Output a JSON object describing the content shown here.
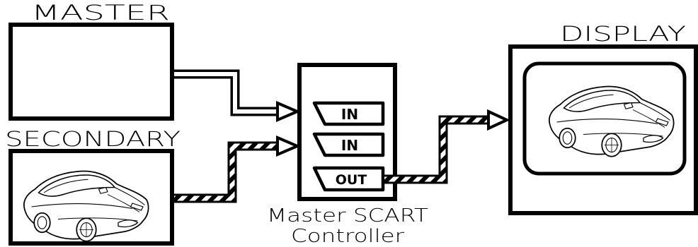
{
  "labels": {
    "master": "MASTER",
    "secondary": "SECONDARY",
    "display": "DISPLAY",
    "controller_line1": "Master SCART",
    "controller_line2": "Controller"
  },
  "ports": {
    "in1": "IN",
    "in2": "IN",
    "out": "OUT"
  },
  "icons": {
    "car": "car-icon"
  },
  "colors": {
    "stroke": "#000000",
    "background": "#ffffff"
  }
}
